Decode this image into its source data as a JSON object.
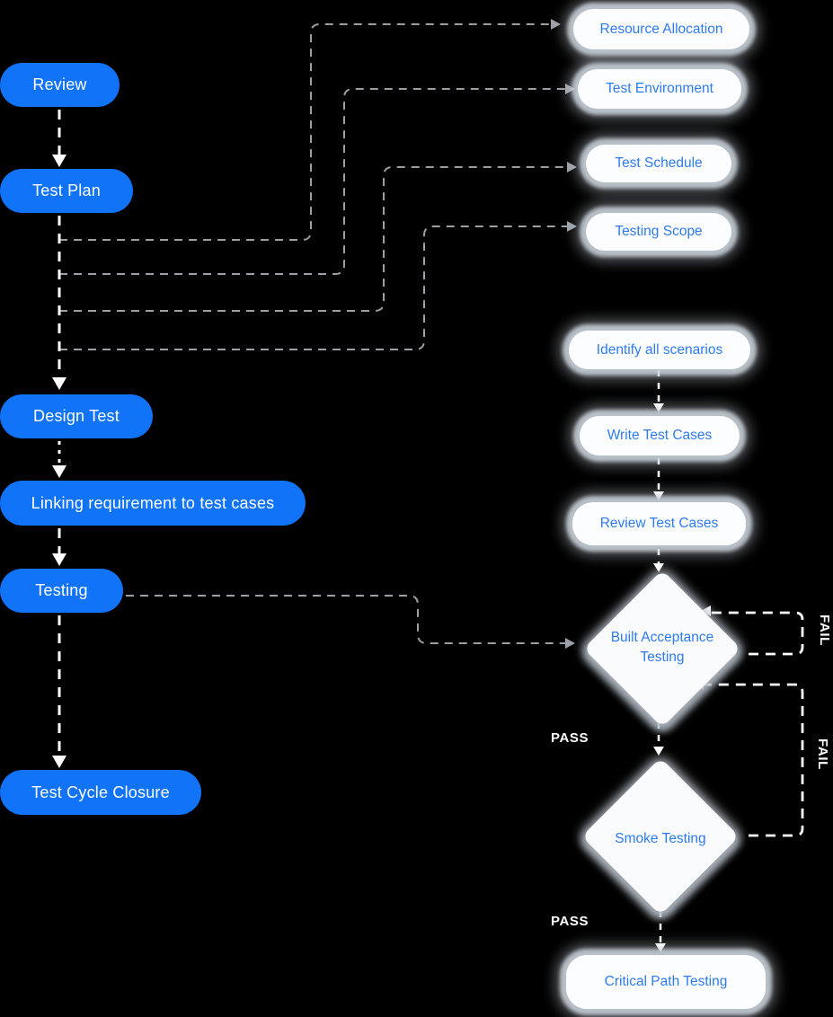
{
  "colors": {
    "background": "#000000",
    "process_pill_blue": "#1173F8",
    "process_text_white": "#FFFFFF",
    "card_white": "#FCFDFE",
    "card_text_blue": "#2E7BF0",
    "connector_gray": "#9AA0A6",
    "connector_white": "#FFFFFF",
    "glow_gray": "#CBD3DC"
  },
  "nodes": {
    "review": "Review",
    "test_plan": "Test Plan",
    "design_test": "Design Test",
    "linking": "Linking requirement to test cases",
    "testing": "Testing",
    "test_cycle_closure": "Test Cycle Closure",
    "resource_allocation": "Resource Allocation",
    "test_environment": "Test Environment",
    "test_schedule": "Test Schedule",
    "testing_scope": "Testing Scope",
    "identify_scenarios": "Identify all scenarios",
    "write_test_cases": "Write Test Cases",
    "review_test_cases": "Review Test Cases",
    "built_acceptance": "Built Acceptance Testing",
    "smoke_testing": "Smoke Testing",
    "critical_path": "Critical Path Testing"
  },
  "edges": {
    "pass_1": "PASS",
    "fail_1": "FAIL",
    "pass_2": "PASS",
    "fail_2": "FAIL"
  }
}
